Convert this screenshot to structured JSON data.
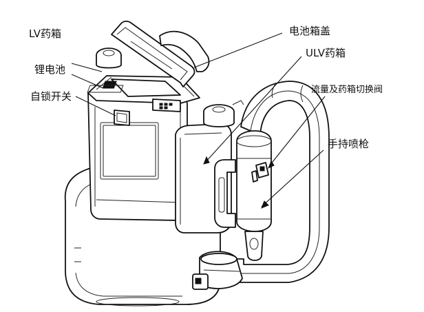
{
  "labels": {
    "lv_tank": "LV药箱",
    "battery": "锂电池",
    "self_lock_switch": "自锁开关",
    "battery_cover": "电池箱盖",
    "ulv_tank": "ULV药箱",
    "flow_valve": "流量及药箱切换阀",
    "handheld_gun": "手持喷枪"
  }
}
